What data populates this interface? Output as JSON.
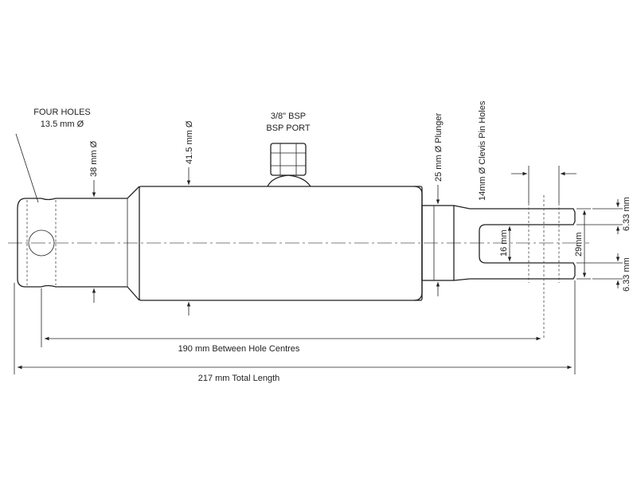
{
  "labels": {
    "four_holes_line1": "FOUR HOLES",
    "four_holes_line2": "13.5 mm Ø",
    "dia_38": "38 mm Ø",
    "dia_41_5": "41.5 mm Ø",
    "port_line1": "3/8\" BSP",
    "port_line2": "BSP PORT",
    "plunger": "25 mm Ø Plunger",
    "clevis_holes": "14mm Ø Clevis Pin Holes",
    "slot_16": "16 mm",
    "width_29": "29mm",
    "tine_top": "6.33 mm",
    "tine_bottom": "6.33 mm",
    "hole_centres": "190 mm Between Hole Centres",
    "total_length": "217 mm Total Length"
  },
  "colors": {
    "line": "#222222",
    "background": "#ffffff"
  }
}
